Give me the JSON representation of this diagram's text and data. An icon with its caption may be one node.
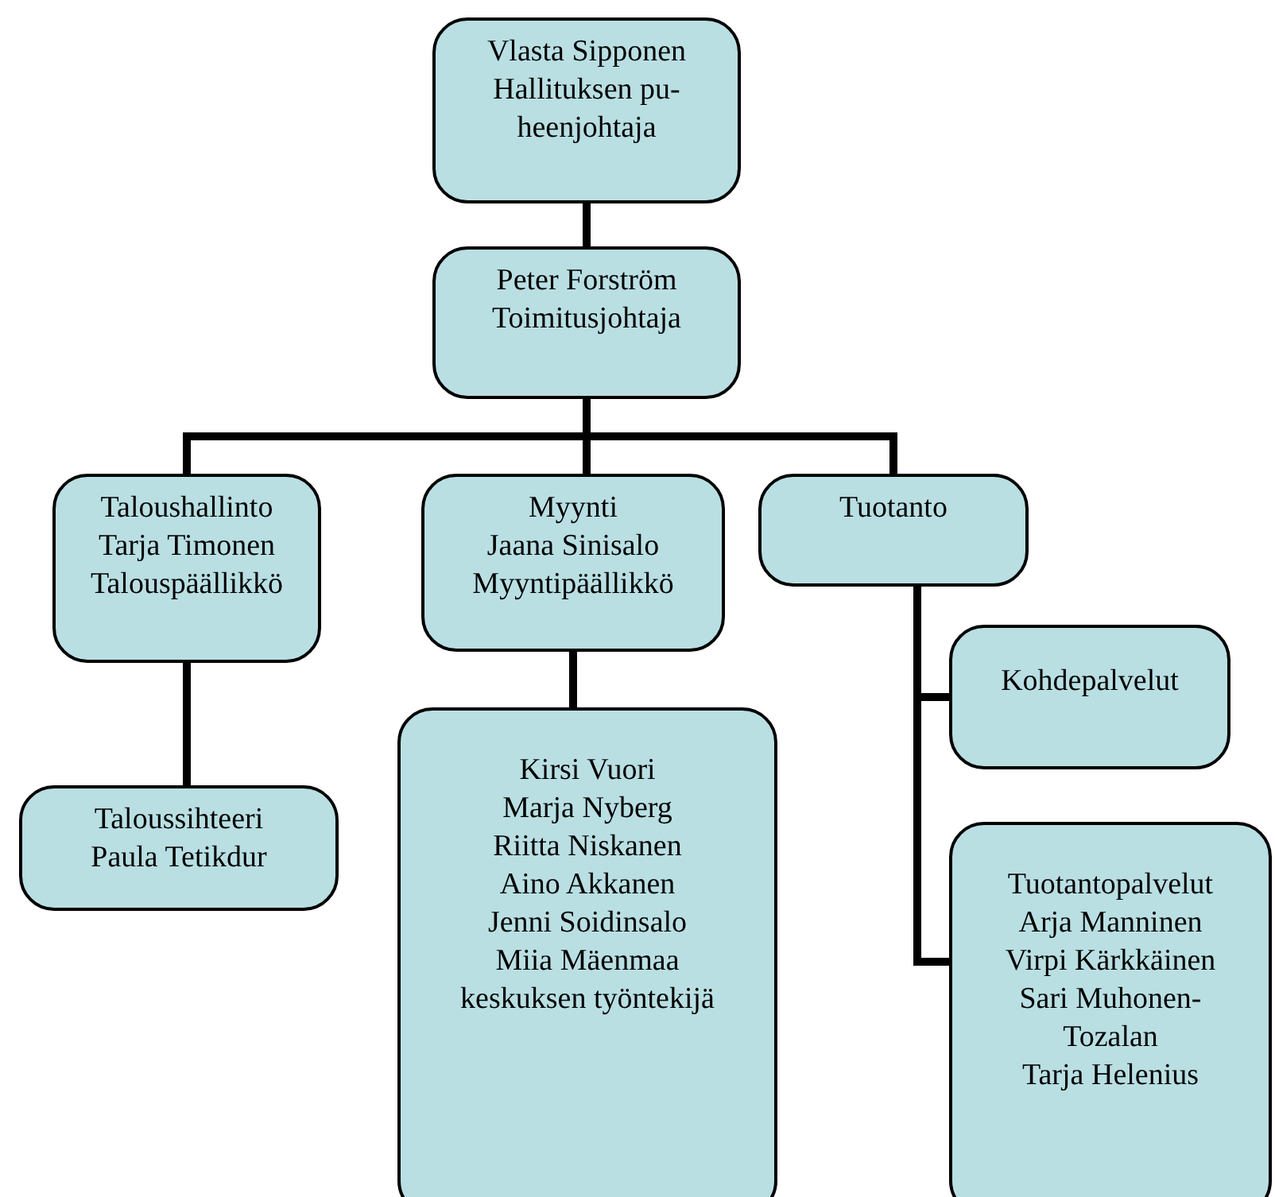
{
  "diagram": {
    "nodes": [
      {
        "text": [
          "Vlasta Sipponen",
          "Hallituksen pu-",
          "heenjohtaja"
        ]
      },
      {
        "text": [
          "Peter Forström",
          "Toimitusjohtaja"
        ]
      },
      {
        "text": [
          "Taloushallinto",
          "Tarja Timonen",
          "Talouspäällikkö"
        ]
      },
      {
        "text": [
          "Myynti",
          "Jaana Sinisalo",
          "Myyntipäällikkö"
        ]
      },
      {
        "text": [
          "Tuotanto"
        ]
      },
      {
        "text": [
          "Kohdepalvelut"
        ]
      },
      {
        "text": [
          "Taloussihteeri",
          "Paula Tetikdur"
        ]
      },
      {
        "text": [
          "Kirsi Vuori",
          "Marja Nyberg",
          "Riitta Niskanen",
          "Aino Akkanen",
          "Jenni Soidinsalo",
          "Miia Mäenmaa",
          "keskuksen työntekijä"
        ]
      },
      {
        "text": [
          "Tuotantopalvelut",
          "Arja Manninen",
          "Virpi Kärkkäinen",
          "Sari Muhonen-",
          "Tozalan",
          "Tarja Helenius"
        ]
      }
    ],
    "edges": [
      {
        "from": 0,
        "to": 1,
        "arrow": "none"
      },
      {
        "from": 1,
        "to": 2,
        "arrow": "none"
      },
      {
        "from": 1,
        "to": 3,
        "arrow": "none"
      },
      {
        "from": 1,
        "to": 4,
        "arrow": "none"
      },
      {
        "from": 4,
        "to": 5,
        "arrow": "none"
      },
      {
        "from": 2,
        "to": 6,
        "arrow": "none"
      },
      {
        "from": 3,
        "to": 7,
        "arrow": "none"
      },
      {
        "from": 4,
        "to": 8,
        "arrow": "none"
      }
    ]
  }
}
